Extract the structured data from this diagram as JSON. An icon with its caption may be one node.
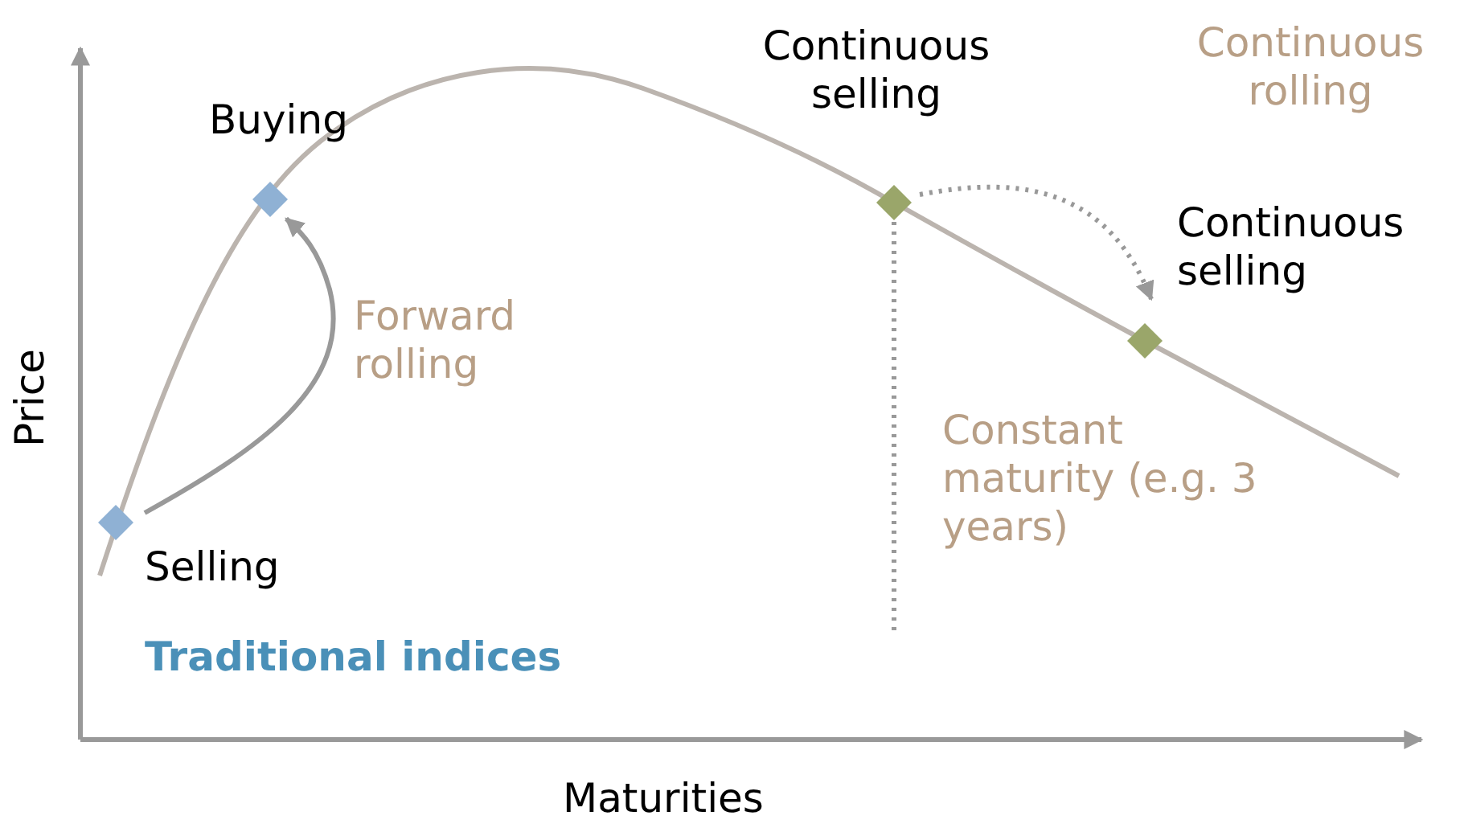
{
  "diagram": {
    "nodes": [
      {
        "text": [],
        "shape": "diamond",
        "beside": [
          "Buying"
        ]
      },
      {
        "text": [],
        "shape": "diamond",
        "beside": [
          "Selling"
        ]
      },
      {
        "text": [],
        "shape": "diamond",
        "beside": [
          "Continuous selling"
        ]
      },
      {
        "text": [],
        "shape": "diamond",
        "beside": [
          "Continuous selling"
        ]
      }
    ],
    "edges": [
      {
        "from": 1,
        "to": 0,
        "arrow": "to",
        "label": "Forward rolling"
      },
      {
        "from": 2,
        "to": 3,
        "arrow": "to",
        "label": "Continuous rolling",
        "style": "dashed"
      }
    ],
    "labels": [
      "Price",
      "Maturities",
      "Traditional indices",
      "Constant maturity (e.g. 3 years)"
    ]
  }
}
